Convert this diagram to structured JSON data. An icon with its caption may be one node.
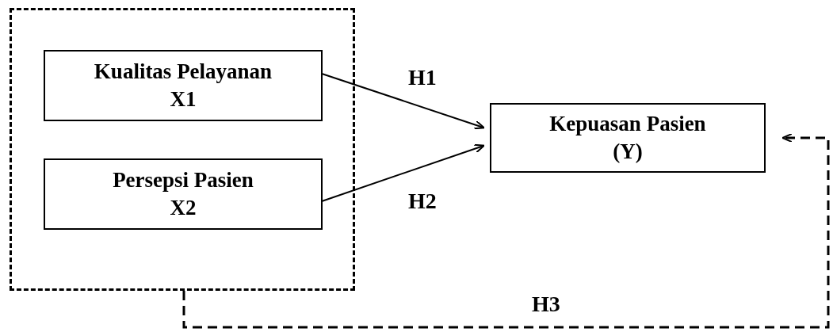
{
  "diagram": {
    "nodes": [
      {
        "text": [],
        "shape": "box"
      },
      {
        "text": [
          "Kualitas Pelayanan",
          "X1"
        ],
        "in": 0
      },
      {
        "text": [
          "Persepsi Pasien",
          "X2"
        ],
        "in": 0
      },
      {
        "text": [
          "Kepuasan Pasien",
          "(Y)"
        ]
      }
    ],
    "edges": [
      {
        "from": 1,
        "to": 3,
        "arrow": "to",
        "label": "H1"
      },
      {
        "from": 2,
        "to": 3,
        "arrow": "to",
        "label": "H2"
      },
      {
        "from": 0,
        "to": 3,
        "arrow": "to",
        "label": "H3",
        "style": "dashed"
      }
    ]
  }
}
